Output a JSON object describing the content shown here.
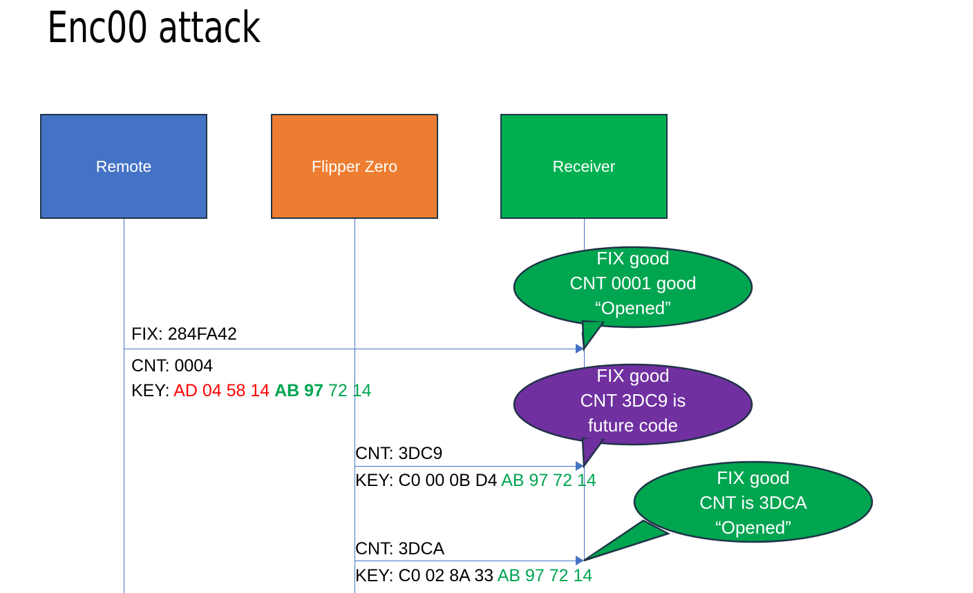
{
  "slide": {
    "title": "Enc00 attack",
    "background": "#ffffff"
  },
  "colors": {
    "remote_blue": "#4472C4",
    "flipper_orange": "#ED7D31",
    "receiver_green": "#00B050",
    "bubble_green": "#00A550",
    "bubble_purple": "#7030A0",
    "line_blue": "#4472C4",
    "outline_dark": "#1f3347",
    "key_red": "#FF0000",
    "key_green": "#00A550",
    "text_black": "#000000"
  },
  "actors": [
    {
      "id": "remote",
      "label": "Remote",
      "fill": "#4472C4"
    },
    {
      "id": "flipper",
      "label": "Flipper Zero",
      "fill": "#ED7D31"
    },
    {
      "id": "receiver",
      "label": "Receiver",
      "fill": "#00B050"
    }
  ],
  "messages": [
    {
      "id": "msg-remote-to-receiver",
      "from": "remote",
      "to": "receiver",
      "label_lines": [
        {
          "id": "fix",
          "text": "FIX: 284FA42"
        }
      ]
    },
    {
      "id": "msg-flipper-to-receiver-1",
      "from": "flipper",
      "to": "receiver",
      "label_lines": [
        {
          "id": "cnt",
          "text": "CNT: 3DC9"
        }
      ]
    },
    {
      "id": "msg-flipper-to-receiver-2",
      "from": "flipper",
      "to": "receiver",
      "label_lines": [
        {
          "id": "cnt",
          "text": "CNT: 3DCA"
        }
      ]
    }
  ],
  "notes": {
    "remote_fix": "FIX: 284FA42",
    "remote_cnt": "CNT: 0004",
    "remote_key_prefix": "KEY: ",
    "remote_key_red": "AD 04 58 14",
    "remote_key_green_bold": "AB 97",
    "remote_key_green": "72 14",
    "flipper_cnt_1": "CNT: 3DC9",
    "flipper_key_1_prefix": "KEY: C0 00 0B D4 ",
    "flipper_key_1_green": "AB 97 72 14",
    "flipper_cnt_2": "CNT: 3DCA",
    "flipper_key_2_prefix": "KEY: C0 02 8A 33 ",
    "flipper_key_2_green": "AB 97 72 14"
  },
  "callouts": [
    {
      "id": "callout-fix-good-0001",
      "fill": "#00A550",
      "lines": [
        "FIX good",
        "CNT 0001 good",
        "“Opened”"
      ]
    },
    {
      "id": "callout-future-code",
      "fill": "#7030A0",
      "lines": [
        "FIX good",
        "CNT 3DC9 is",
        "future code"
      ]
    },
    {
      "id": "callout-fix-good-3dca",
      "fill": "#00A550",
      "lines": [
        "FIX good",
        "CNT is 3DCA",
        "“Opened”"
      ]
    }
  ]
}
